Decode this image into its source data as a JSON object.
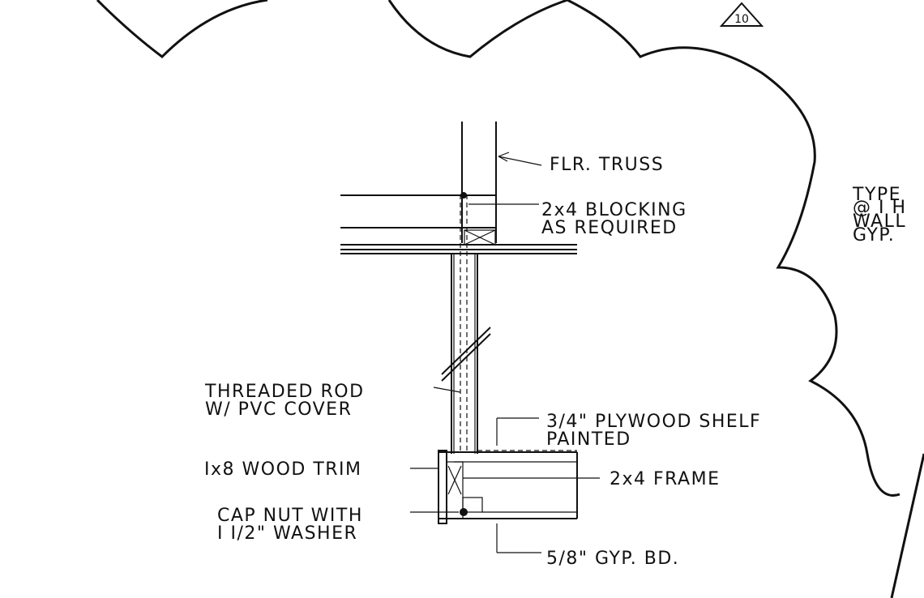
{
  "revision": {
    "number": "10"
  },
  "labels": {
    "floor_truss": "FLR. TRUSS",
    "blocking_1": "2x4 BLOCKING",
    "blocking_2": "AS REQUIRED",
    "rod_1": "THREADED ROD",
    "rod_2": "W/ PVC COVER",
    "shelf_1": "3/4\" PLYWOOD SHELF",
    "shelf_2": "PAINTED",
    "trim": "Ix8 WOOD TRIM",
    "frame": "2x4 FRAME",
    "capnut_1": "CAP NUT WITH",
    "capnut_2": "I I/2\" WASHER",
    "gyp": "5/8\" GYP. BD."
  },
  "side_note": {
    "line1": "TYPE",
    "line2": "@ I H",
    "line3": "WALL",
    "line4": "GYP."
  }
}
